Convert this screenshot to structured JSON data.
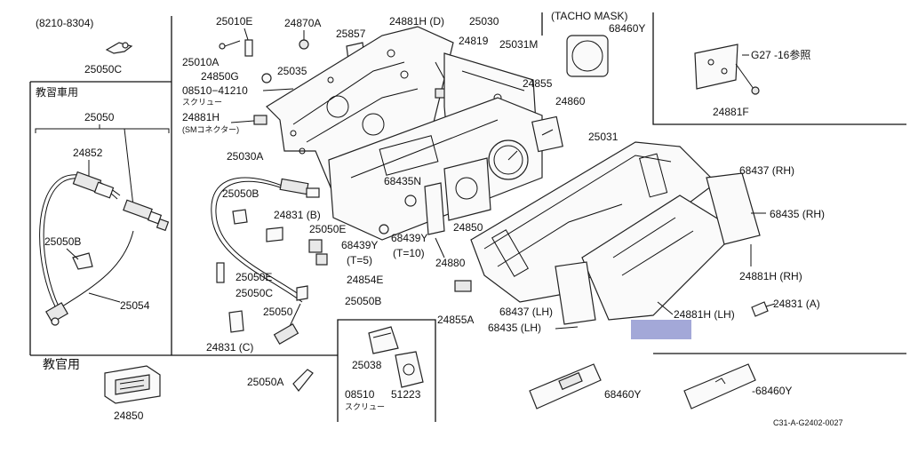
{
  "labels": {
    "serial_range": "(8210-8304)",
    "p25050C": "25050C",
    "section_training_car": "教習車用",
    "p25050_left": "25050",
    "p24852": "24852",
    "p25050B_left": "25050B",
    "p25054": "25054",
    "section_instructor": "教官用",
    "p24850_bottom": "24850",
    "p25010E": "25010E",
    "p25010A": "25010A",
    "p24870A": "24870A",
    "p25857": "25857",
    "p24850G": "24850G",
    "p25035": "25035",
    "p08510_41210": "08510−41210",
    "screw_1": "スクリュー",
    "p24881H_top": "24881H",
    "sm_connector": "(SMコネクター)",
    "p25030A": "25030A",
    "p24881H_D": "24881H (D)",
    "p25030": "25030",
    "p24819": "24819",
    "p25031M": "25031M",
    "tacho_mask": "(TACHO  MASK)",
    "p68460Y_top": "68460Y",
    "g27_ref": "G27 -16参照",
    "p24881F": "24881F",
    "p24855": "24855",
    "p24860": "24860",
    "p25031": "25031",
    "p68437_RH": "68437 (RH)",
    "p68435_RH": "68435 (RH)",
    "p24881H_RH": "24881H (RH)",
    "p24831_A": "24831 (A)",
    "p24881H_LH": "24881H (LH)",
    "p25050E_top": "25050E",
    "p25050B_mid": "25050B",
    "p24831_B": "24831 (B)",
    "p68435N": "68435N",
    "p68439Y_T5": "68439Y",
    "t5": "(T=5)",
    "p68439Y_T10": "68439Y",
    "t10": "(T=10)",
    "p24850_mid": "24850",
    "p24880": "24880",
    "p24854E": "24854E",
    "p25050E_low": "25050E",
    "p25050C_low": "25050C",
    "p25050B_low": "25050B",
    "p24855A": "24855A",
    "p68437_LH": "68437 (LH)",
    "p68435_LH": "68435 (LH)",
    "p25050_mid": "25050",
    "p24831_C": "24831 (C)",
    "p25038": "25038",
    "p25050A": "25050A",
    "p08510": "08510",
    "p51223": "51223",
    "screw_2": "スクリュー",
    "p68460Y_bl": "68460Y",
    "p68460Y_br": "-68460Y",
    "diagram_code": "C31-A-G2402-0027"
  },
  "colors": {
    "line": "#111111",
    "highlight_box": "#a3a8d8",
    "background": "#ffffff"
  },
  "icons": [
    "clip-icon",
    "bolt-icon",
    "connector-icon",
    "gauge-icon",
    "bulb-icon"
  ]
}
